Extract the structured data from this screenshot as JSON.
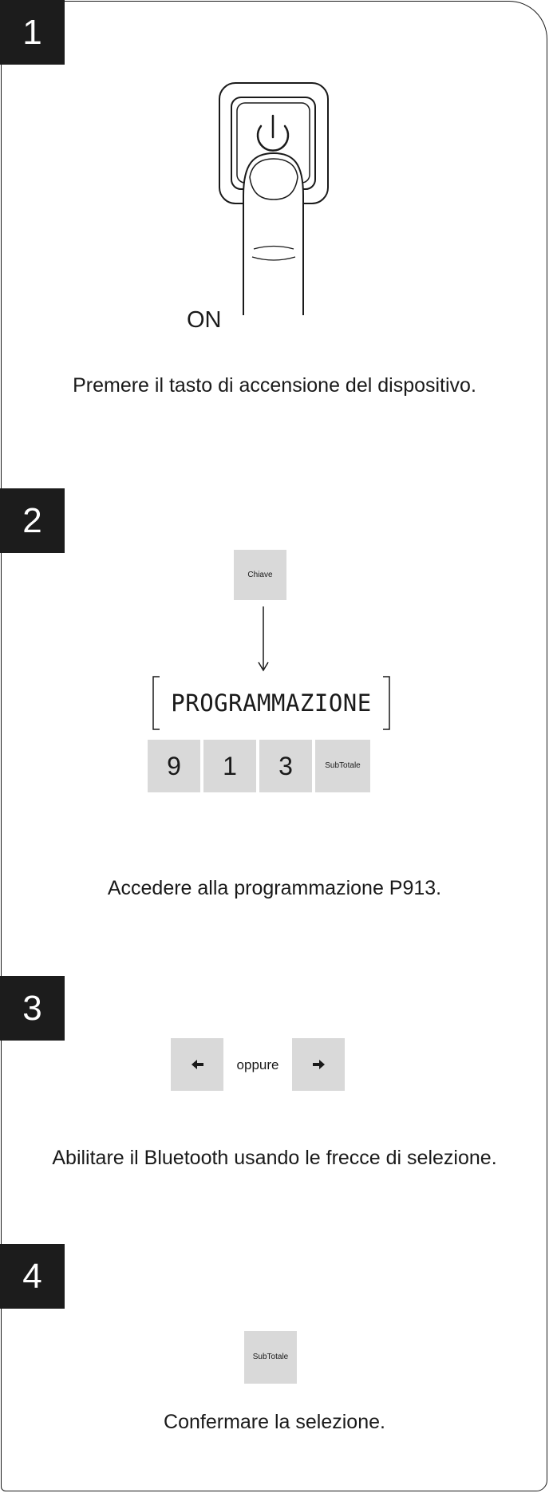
{
  "steps": [
    {
      "number": "1",
      "label_on": "ON",
      "caption": "Premere il tasto di accensione del dispositivo."
    },
    {
      "number": "2",
      "key_chiave": "Chiave",
      "display_text": "PROGRAMMAZIONE",
      "keys": [
        "9",
        "1",
        "3",
        "SubTotale"
      ],
      "caption": "Accedere alla programmazione P913."
    },
    {
      "number": "3",
      "left_key_icon": "arrow-left-icon",
      "or_text": "oppure",
      "right_key_icon": "arrow-right-icon",
      "caption": "Abilitare il Bluetooth usando le frecce di selezione."
    },
    {
      "number": "4",
      "key": "SubTotale",
      "caption": "Confermare la selezione."
    }
  ],
  "colors": {
    "step_badge": "#1c1c1c",
    "key_fill": "#d9d9d9",
    "line": "#1a1a1a"
  }
}
